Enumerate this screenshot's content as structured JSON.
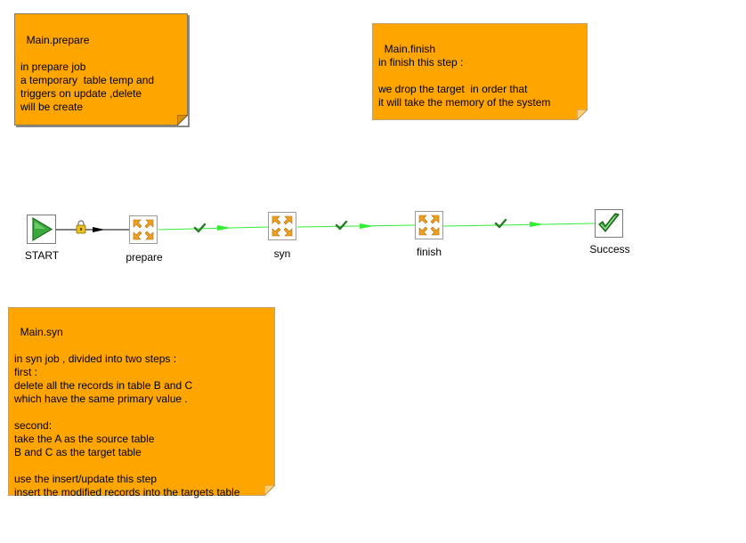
{
  "notes": {
    "prepare": "Main.prepare\n\nin prepare job\na temporary  table temp and\ntriggers on update ,delete\nwill be create",
    "finish": "Main.finish\nin finish this step :\n\nwe drop the target  in order that\nit will take the memory of the system",
    "syn": "Main.syn\n\nin syn job , divided into two steps :\nfirst :\ndelete all the records in table B and C\nwhich have the same primary value .\n\nsecond:\ntake the A as the source table\nB and C as the target table\n\nuse the insert/update this step\ninsert the modified records into the targets table"
  },
  "nodes": {
    "start": "START",
    "prepare": "prepare",
    "syn": "syn",
    "finish": "finish",
    "success": "Success"
  },
  "colors": {
    "note_fill": "#ffa500",
    "hop_success": "#33ee33",
    "hop_unconditional": "#000000",
    "start_green": "#3aa83a",
    "job_icon_orange": "#f0a020"
  }
}
